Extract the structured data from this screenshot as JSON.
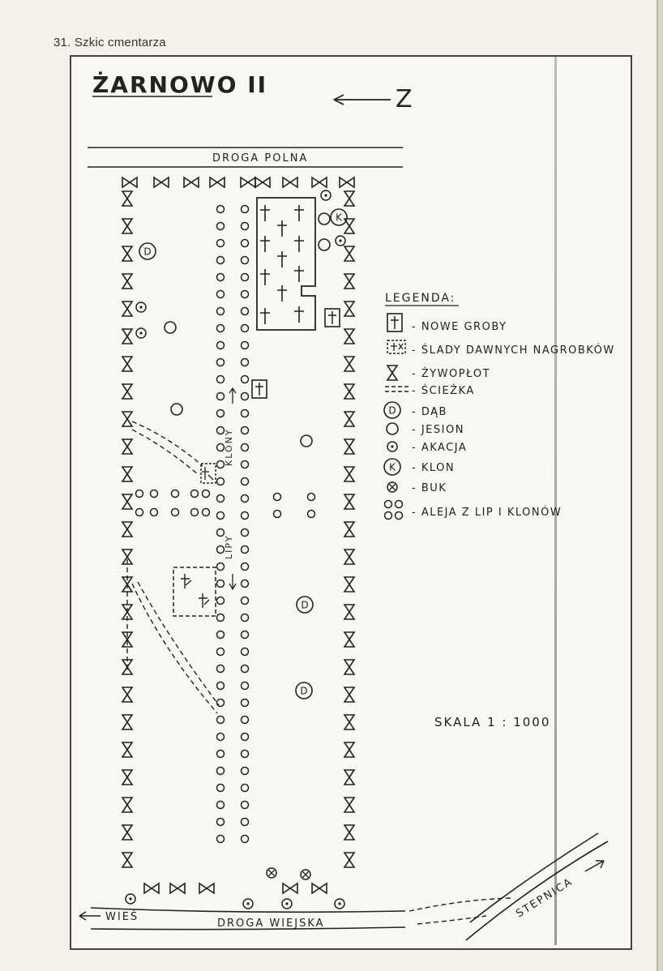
{
  "caption": "31. Szkic cmentarza",
  "map": {
    "title": "ŻARNOWO II",
    "north_letter": "Z",
    "road_top": "DROGA POLNA",
    "road_bottom": "DROGA WIEJSKA",
    "direction_left": "WIEŚ",
    "direction_right": "STEPNICA",
    "alley_upper": "KLONY",
    "alley_lower": "LIPY",
    "scale": "SKALA 1 : 1000",
    "legend": {
      "heading": "LEGENDA:",
      "items": [
        {
          "symbol": "cross-box-icon",
          "label": "- NOWE GROBY"
        },
        {
          "symbol": "dashed-cross-box-icon",
          "label": "- ŚLADY DAWNYCH NAGROBKÓW"
        },
        {
          "symbol": "hourglass-icon",
          "label": "- ŻYWOPŁOT"
        },
        {
          "symbol": "dash-lines-icon",
          "label": "- ŚCIEŻKA"
        },
        {
          "symbol": "circle-d-icon",
          "label": "- DĄB"
        },
        {
          "symbol": "circle-icon",
          "label": "- JESION"
        },
        {
          "symbol": "circle-dot-icon",
          "label": "- AKACJA"
        },
        {
          "symbol": "circle-k-icon",
          "label": "- KLON"
        },
        {
          "symbol": "circle-x-icon",
          "label": "- BUK"
        },
        {
          "symbol": "double-circles-icon",
          "label": "- ALEJA Z LIP I KLONÓW"
        }
      ]
    },
    "colors": {
      "ink": "#222222",
      "paper": "#f8f7f2"
    }
  }
}
